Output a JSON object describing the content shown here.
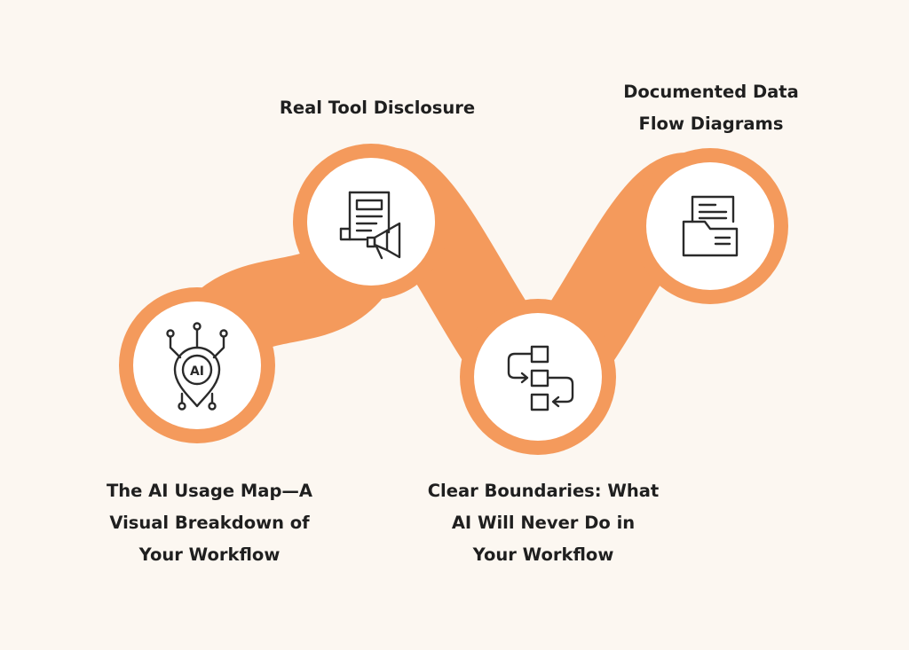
{
  "colors": {
    "background": "#fcf7f1",
    "accent": "#f49a5c",
    "circle_fill": "#ffffff",
    "icon_stroke": "#2a2a2a",
    "text": "#1f1f1f"
  },
  "steps": [
    {
      "icon": "ai-chip-pin-icon",
      "icon_text": "AI",
      "label_lines": [
        "The AI Usage Map—A",
        "Visual Breakdown of",
        "Your Workflow"
      ]
    },
    {
      "icon": "document-megaphone-icon",
      "label_lines": [
        "Real Tool Disclosure"
      ]
    },
    {
      "icon": "flowchart-boxes-icon",
      "label_lines": [
        "Clear Boundaries: What",
        "AI Will Never Do in",
        "Your Workflow"
      ]
    },
    {
      "icon": "document-folder-icon",
      "label_lines": [
        "Documented Data",
        "Flow Diagrams"
      ]
    }
  ]
}
